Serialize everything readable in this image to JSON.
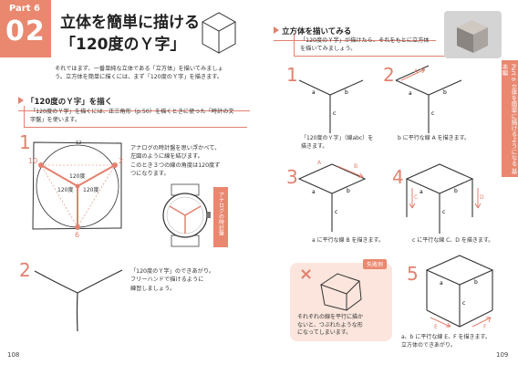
{
  "header": {
    "part_label": "Part 6",
    "part_number": "02",
    "title_line1": "立体を簡単に描ける",
    "title_line2": "「120度のＹ字」"
  },
  "left_page": {
    "intro": [
      "それではまず、一番単純な立体である「立方体」を描いてみましょ",
      "う。立方体を簡単に描くには、まず「120度のＹ字」を描きます。"
    ],
    "section_heading": "「120度のＹ字」を描く",
    "callout": [
      "「120度のＹ字」を描くには、正三角形（p.50）を描くときに使った「時計の文",
      "字盤」を使います。"
    ],
    "step1_num": "1",
    "clock_labels": {
      "n12": "12",
      "n10": "10",
      "n2": "2",
      "n6": "6",
      "deg_top": "120度",
      "deg_left": "120度",
      "deg_right": "120度"
    },
    "step1_text": [
      "アナログの時計盤を思い浮かべて、",
      "左図のように線を結びます。",
      "このとき３つの線の角度は120度ず",
      "つになります。"
    ],
    "analog_label": "アナログの時計盤",
    "step2_num": "2",
    "step2_text": [
      "「120度のＹ字」のできあがり。",
      "フリーハンドで描けるように",
      "練習しましょう。"
    ],
    "page_number": "108"
  },
  "right_page": {
    "section_heading": "立方体を描いてみる",
    "callout": [
      "「120度のＹ字」が描けたら、それをもとに立方体",
      "を描いてみましょう。"
    ],
    "side_tab": "Part 6 立体を簡単に描けるようになる 基本編",
    "steps": [
      {
        "num": "1",
        "caption": "「120度のＹ字」（線abc）を",
        "caption2": "描きます。",
        "a": "a",
        "b": "b",
        "c": "c"
      },
      {
        "num": "2",
        "caption": "b に平行な線 A を描きます。",
        "a": "a",
        "b": "b",
        "c": "c",
        "A": "A"
      },
      {
        "num": "3",
        "caption": "a に平行な線 B を描きます。",
        "a": "a",
        "b": "b",
        "c": "c",
        "A": "A",
        "B": "B"
      },
      {
        "num": "4",
        "caption": "c に平行な線 C、D を描きます。",
        "a": "a",
        "b": "b",
        "c": "c",
        "C": "C",
        "D": "D"
      },
      {
        "num": "5",
        "caption": "a、b に平行な線 E、F を描きます。",
        "caption2": "立方体のできあがり。",
        "a": "a",
        "b": "b",
        "c": "c",
        "E": "E",
        "F": "F"
      }
    ],
    "fail": {
      "badge": "失敗例",
      "mark": "×",
      "text": [
        "それぞれの線を平行に描か",
        "ないと、つぶれたような形",
        "になってしまいます。"
      ]
    },
    "page_number": "109"
  },
  "colors": {
    "accent": "#e9876f",
    "accent_line": "#e2816f",
    "fail_bg": "#fbe5dc"
  }
}
